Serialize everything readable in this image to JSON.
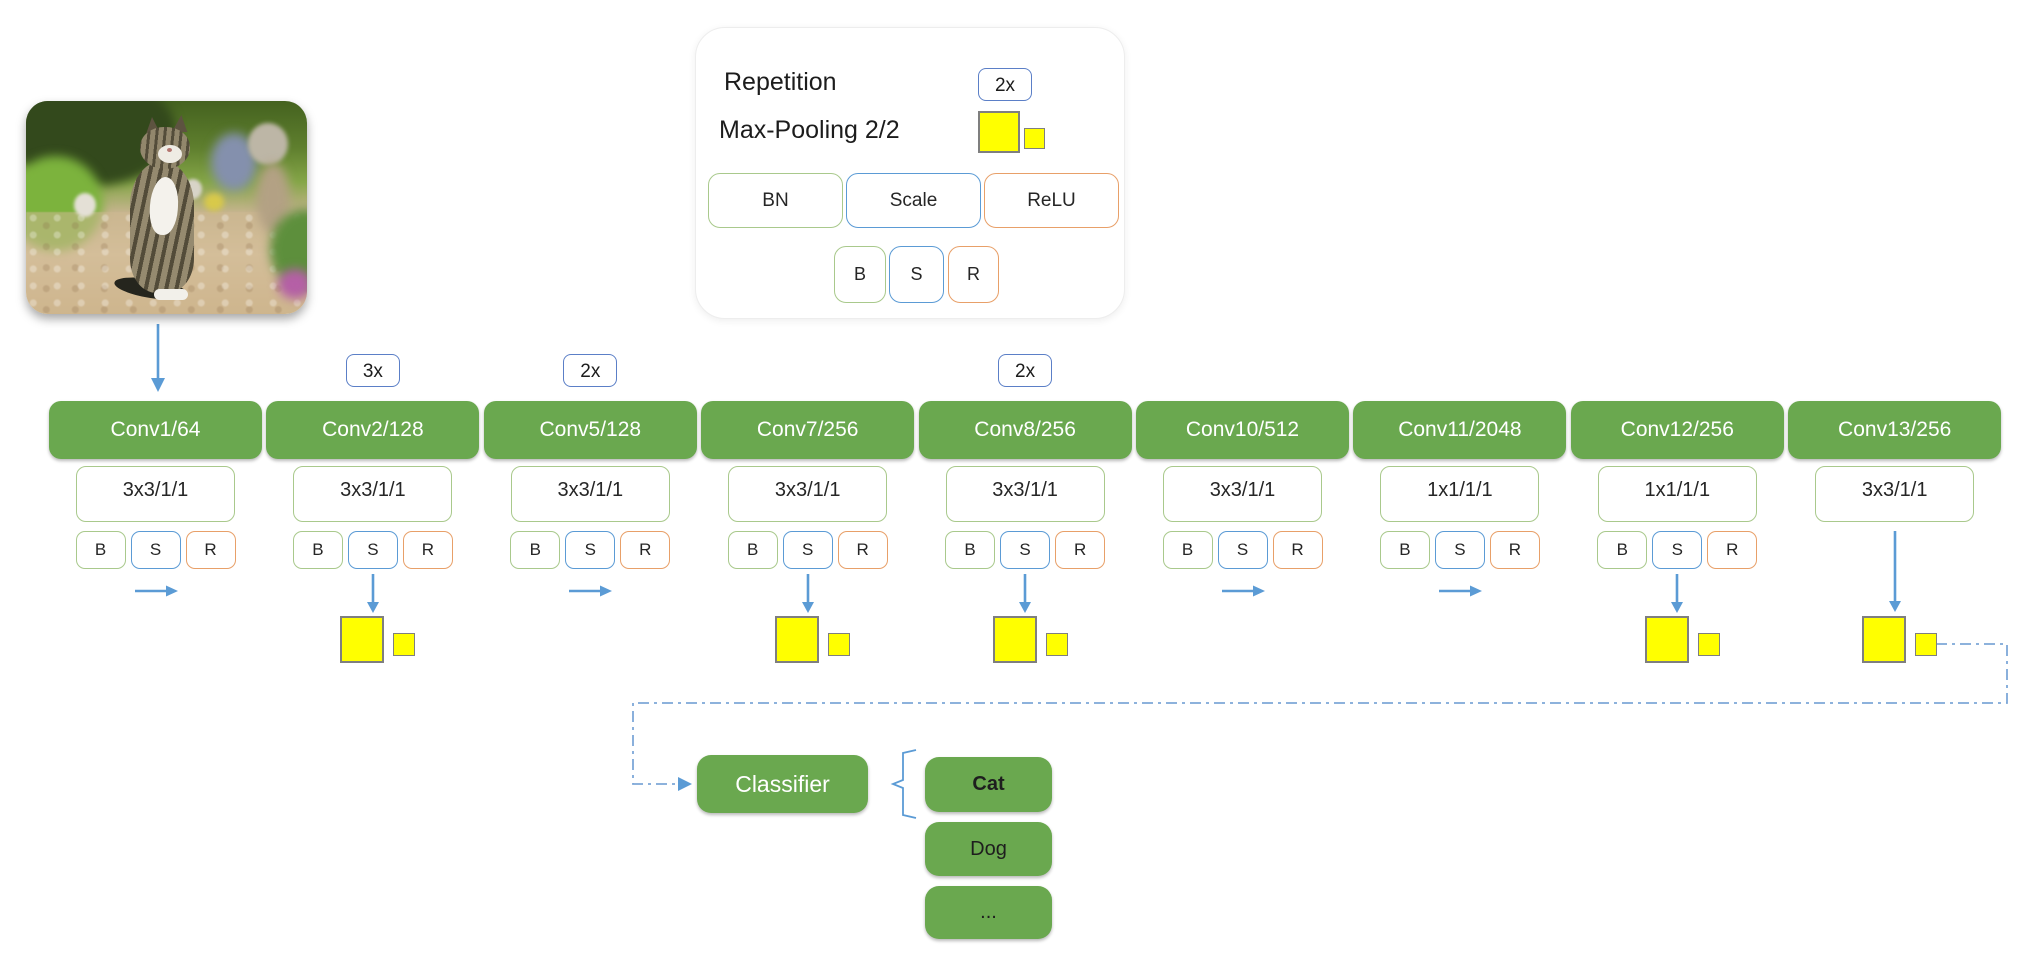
{
  "input_image_alt": "tabby cat sitting on a garden path",
  "legend": {
    "repetition_label": "Repetition",
    "repetition_badge": "2x",
    "maxpool_label": "Max-Pooling 2/2",
    "ops": [
      {
        "label": "BN"
      },
      {
        "label": "Scale"
      },
      {
        "label": "ReLU"
      }
    ],
    "ops_abbrev": [
      {
        "label": "B"
      },
      {
        "label": "S"
      },
      {
        "label": "R"
      }
    ]
  },
  "columns": [
    {
      "conv": "Conv1/64",
      "params": "3x3/1/1",
      "bsr": true,
      "arrow": "right",
      "pool": false,
      "badge": ""
    },
    {
      "conv": "Conv2/128",
      "params": "3x3/1/1",
      "bsr": true,
      "arrow": "down",
      "pool": true,
      "badge": "3x"
    },
    {
      "conv": "Conv5/128",
      "params": "3x3/1/1",
      "bsr": true,
      "arrow": "right",
      "pool": false,
      "badge": "2x"
    },
    {
      "conv": "Conv7/256",
      "params": "3x3/1/1",
      "bsr": true,
      "arrow": "down",
      "pool": true,
      "badge": ""
    },
    {
      "conv": "Conv8/256",
      "params": "3x3/1/1",
      "bsr": true,
      "arrow": "down",
      "pool": true,
      "badge": "2x"
    },
    {
      "conv": "Conv10/512",
      "params": "3x3/1/1",
      "bsr": true,
      "arrow": "right",
      "pool": false,
      "badge": ""
    },
    {
      "conv": "Conv11/2048",
      "params": "1x1/1/1",
      "bsr": true,
      "arrow": "right",
      "pool": false,
      "badge": ""
    },
    {
      "conv": "Conv12/256",
      "params": "1x1/1/1",
      "bsr": true,
      "arrow": "down",
      "pool": true,
      "badge": ""
    },
    {
      "conv": "Conv13/256",
      "params": "3x3/1/1",
      "bsr": false,
      "arrow": "down",
      "pool": true,
      "badge": ""
    }
  ],
  "classifier": {
    "label": "Classifier"
  },
  "classes": [
    {
      "label": "Cat"
    },
    {
      "label": "Dog"
    },
    {
      "label": "..."
    }
  ],
  "colors": {
    "block_green": "#6aa84f",
    "pool_yellow": "#ffff00",
    "pool_border": "#7f7f7f",
    "arrow_blue": "#5b9bd5",
    "dash_blue": "#7da7d8",
    "badge_border": "#5b7fc7",
    "border_green": "#a9c98c",
    "border_blue": "#5b9bd5",
    "border_orange": "#e8a069"
  }
}
